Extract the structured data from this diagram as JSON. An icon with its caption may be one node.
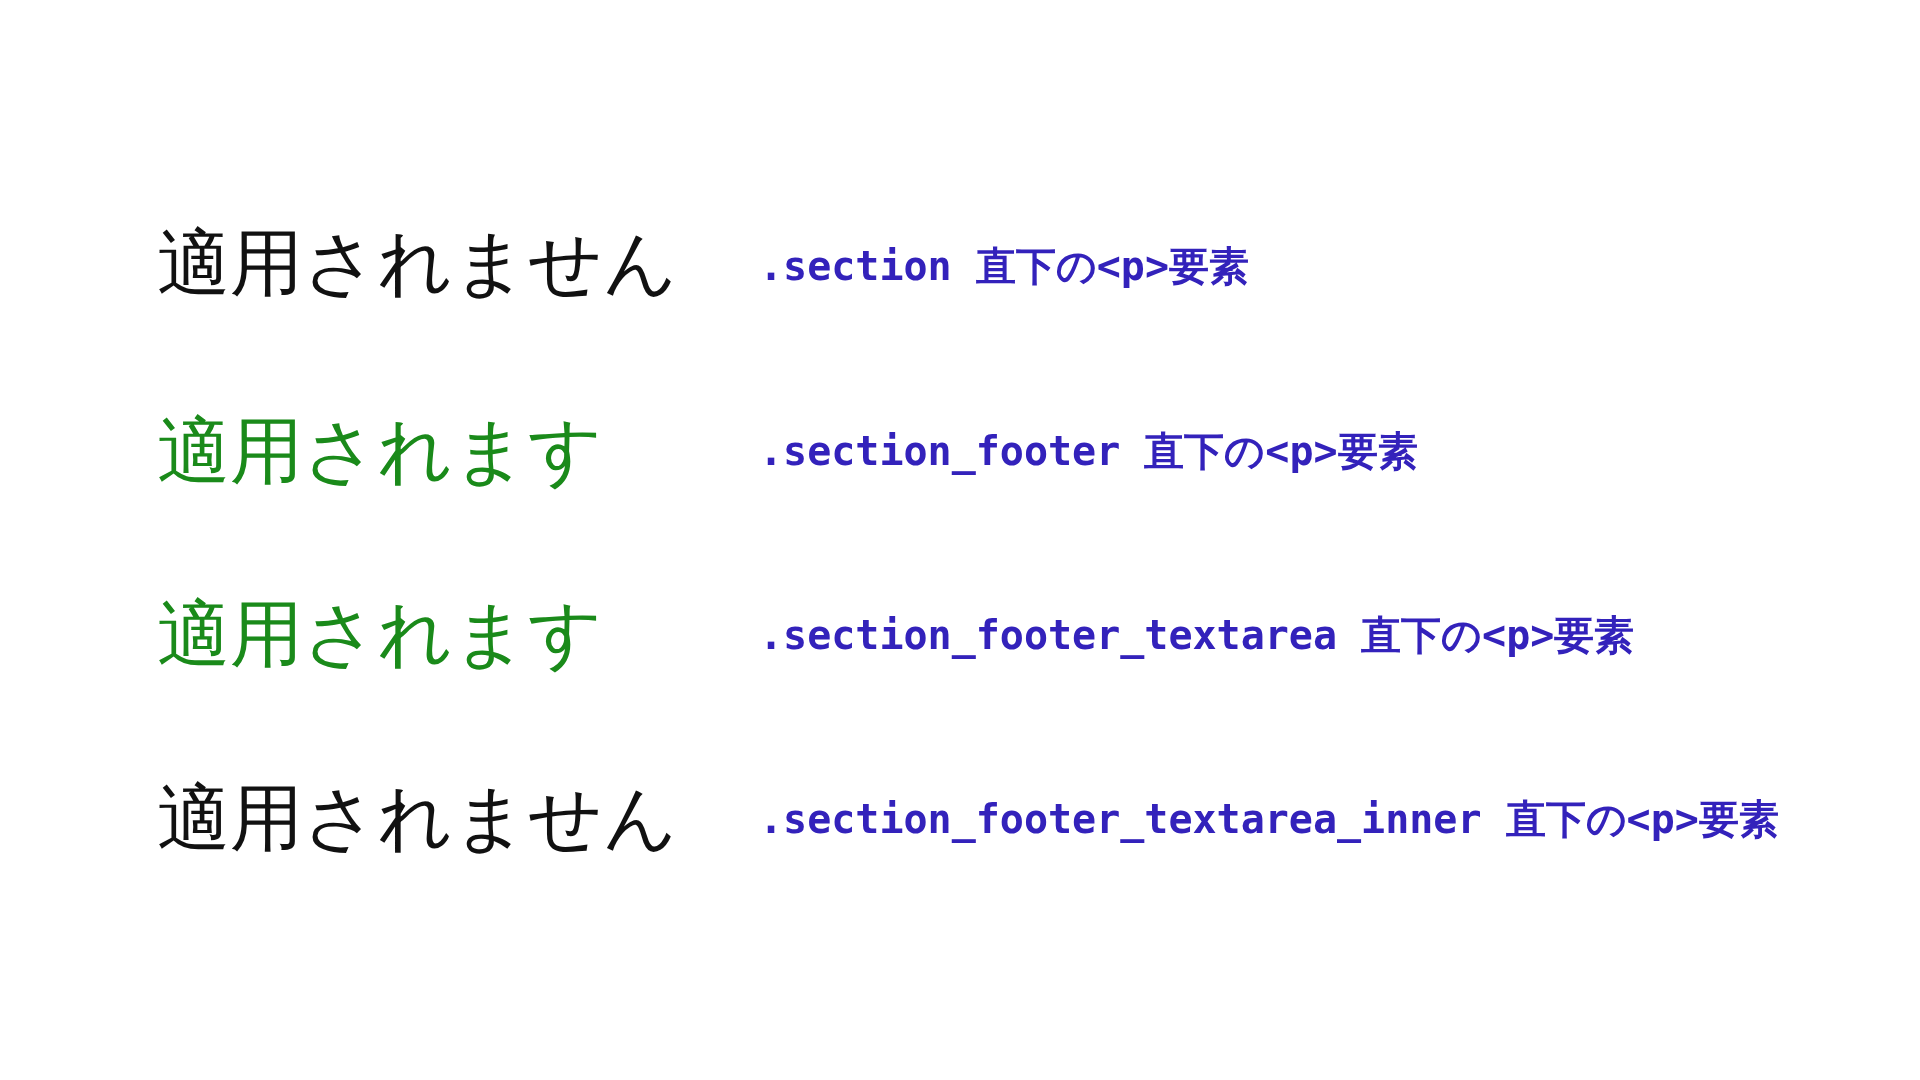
{
  "diagram": {
    "labels": [
      "適用されません",
      ".section 直下の<p>要素",
      "適用されます",
      ".section_footer 直下の<p>要素",
      "適用されます",
      ".section_footer_textarea 直下の<p>要素",
      "適用されません",
      ".section_footer_textarea_inner 直下の<p>要素"
    ]
  }
}
